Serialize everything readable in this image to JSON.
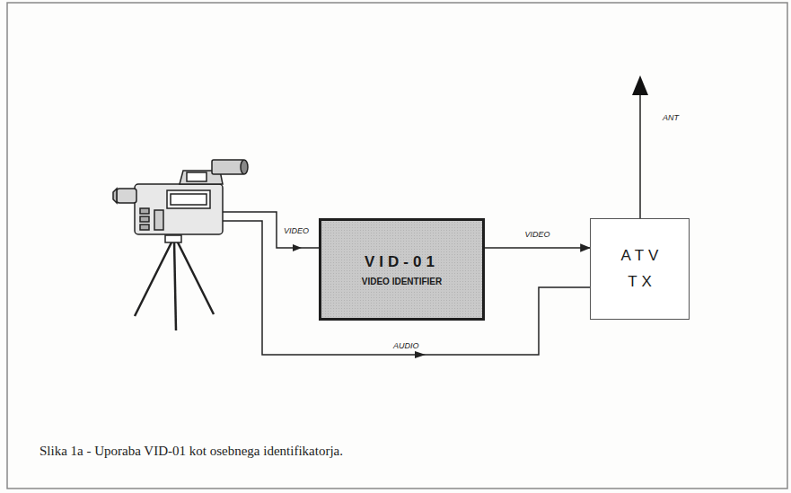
{
  "diagram": {
    "caption": "Slika 1a - Uporaba VID-01 kot osebnega identifikatorja.",
    "nodes": [
      {
        "text": [
          "VID-01",
          "VIDEO IDENTIFIER"
        ]
      },
      {
        "text": [
          "ATV TX"
        ]
      }
    ],
    "edges": [
      {
        "from": 0,
        "to": 1,
        "arrow": "to",
        "label": "VIDEO"
      }
    ],
    "labels": [
      "VIDEO",
      "AUDIO",
      "ANT"
    ]
  }
}
